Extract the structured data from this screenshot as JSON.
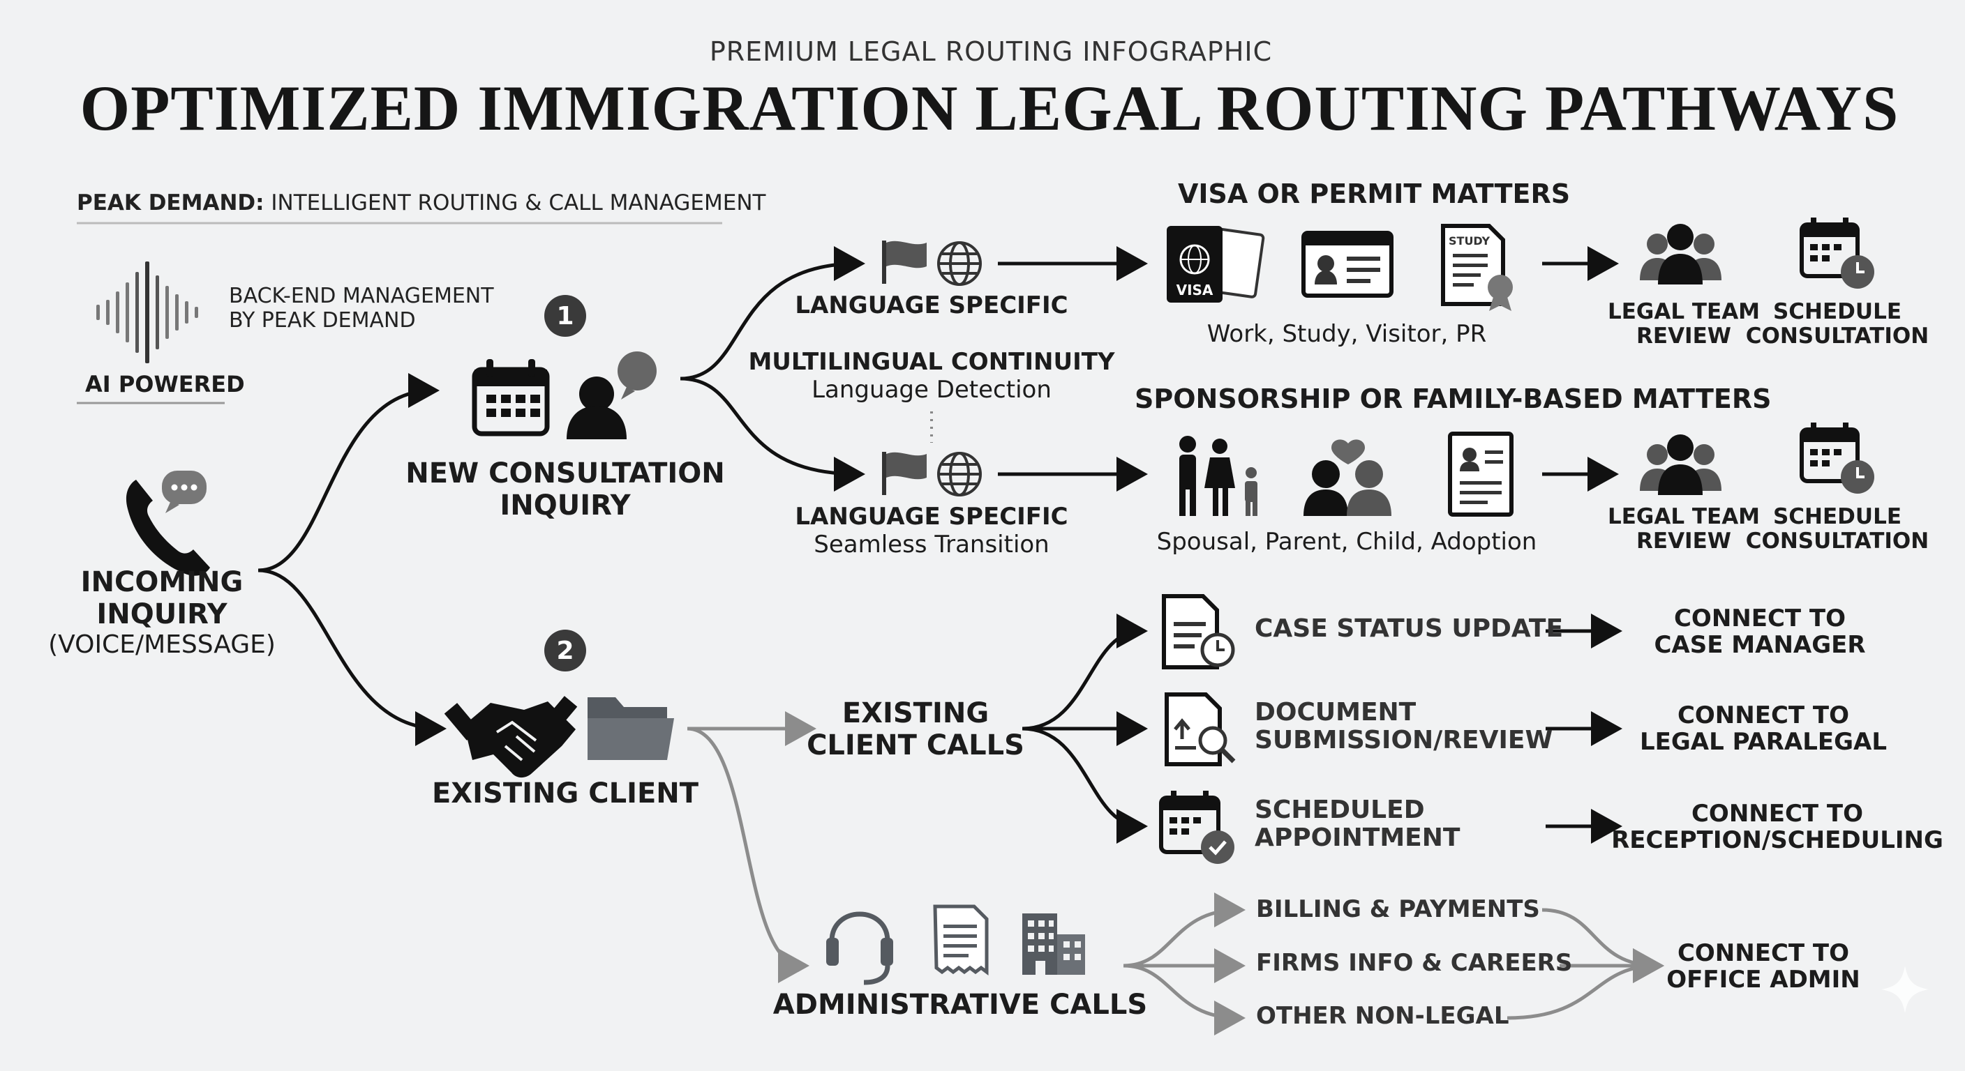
{
  "header": {
    "subtitle": "PREMIUM LEGAL ROUTING INFOGRAPHIC",
    "title": "OPTIMIZED IMMIGRATION LEGAL ROUTING PATHWAYS"
  },
  "peak": {
    "bold": "PEAK DEMAND:",
    "rest": "INTELLIGENT ROUTING & CALL MANAGEMENT"
  },
  "ai": {
    "backend_line1": "BACK-END MANAGEMENT",
    "backend_line2": "BY PEAK DEMAND",
    "powered": "AI POWERED"
  },
  "incoming": {
    "line1": "INCOMING",
    "line2": "INQUIRY",
    "line3": "(VOICE/MESSAGE)"
  },
  "new_consult": {
    "badge": "1",
    "line1": "NEW CONSULTATION",
    "line2": "INQUIRY"
  },
  "existing_client": {
    "badge": "2",
    "label": "EXISTING CLIENT"
  },
  "language": {
    "top_label": "LANGUAGE SPECIFIC",
    "middle_label": "MULTILINGUAL CONTINUITY",
    "middle_desc": "Language Detection",
    "bottom_label": "LANGUAGE SPECIFIC",
    "bottom_desc": "Seamless Transition"
  },
  "visa": {
    "heading": "VISA OR PERMIT MATTERS",
    "desc": "Work, Study, Visitor, PR",
    "icon_visa_text": "VISA",
    "icon_study_text": "STUDY"
  },
  "sponsor": {
    "heading": "SPONSORSHIP OR FAMILY-BASED MATTERS",
    "desc": "Spousal, Parent, Child, Adoption"
  },
  "outcomes": {
    "legal_team_1": "LEGAL TEAM",
    "legal_team_2": "REVIEW",
    "schedule_1": "SCHEDULE",
    "schedule_2": "CONSULTATION"
  },
  "existing_calls": {
    "line1": "EXISTING",
    "line2": "CLIENT CALLS",
    "items": [
      {
        "line1": "CASE STATUS UPDATE",
        "line2": "",
        "connect1": "CONNECT TO",
        "connect2": "CASE MANAGER"
      },
      {
        "line1": "DOCUMENT",
        "line2": "SUBMISSION/REVIEW",
        "connect1": "CONNECT TO",
        "connect2": "LEGAL PARALEGAL"
      },
      {
        "line1": "SCHEDULED",
        "line2": "APPOINTMENT",
        "connect1": "CONNECT TO",
        "connect2": "RECEPTION/SCHEDULING"
      }
    ]
  },
  "admin": {
    "label": "ADMINISTRATIVE CALLS",
    "items": [
      "BILLING & PAYMENTS",
      "FIRMS INFO & CAREERS",
      "OTHER NON-LEGAL"
    ],
    "connect1": "CONNECT TO",
    "connect2": "OFFICE ADMIN"
  },
  "colors": {
    "ink": "#1c1c1c",
    "icon_grey": "#555a60",
    "muted_arrow": "#8c8c8c",
    "background": "#f1f2f3"
  }
}
